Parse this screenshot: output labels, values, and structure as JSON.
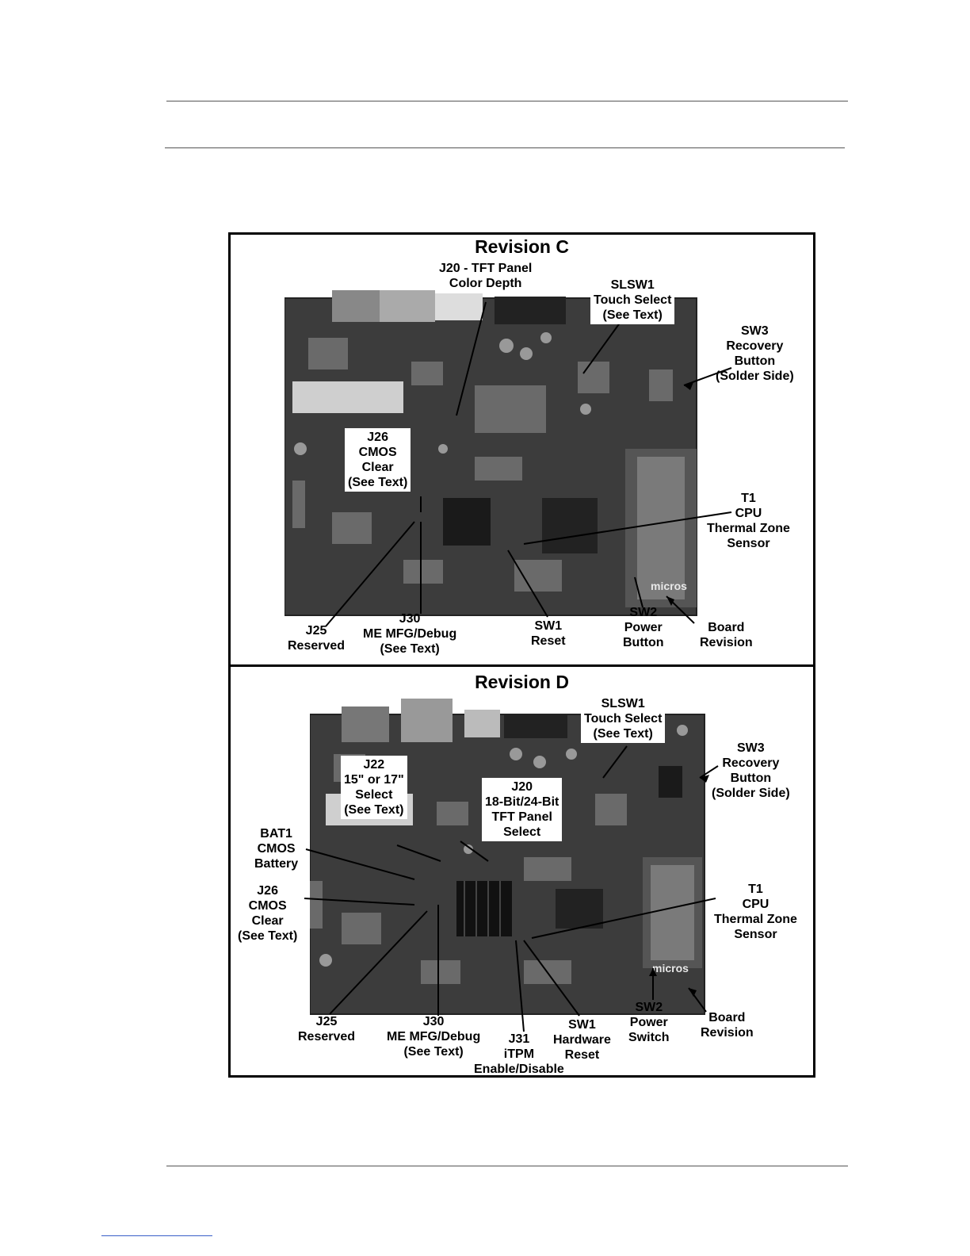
{
  "figure": {
    "revision_c": {
      "title": "Revision C",
      "labels": {
        "j20": [
          "J20 - TFT Panel",
          "Color Depth"
        ],
        "slsw1": [
          "SLSW1",
          "Touch Select",
          "(See Text)"
        ],
        "sw3": [
          "SW3",
          "Recovery",
          "Button",
          "(Solder Side)"
        ],
        "j26": [
          "J26",
          "CMOS",
          "Clear",
          "(See Text)"
        ],
        "t1": [
          "T1",
          "CPU",
          "Thermal Zone",
          "Sensor"
        ],
        "j25": [
          "J25",
          "Reserved"
        ],
        "j30": [
          "J30",
          "ME MFG/Debug",
          "(See Text)"
        ],
        "sw1": [
          "SW1",
          "Reset"
        ],
        "sw2": [
          "SW2",
          "Power",
          "Button"
        ],
        "board_rev": [
          "Board",
          "Revision"
        ]
      }
    },
    "revision_d": {
      "title": "Revision D",
      "labels": {
        "slsw1": [
          "SLSW1",
          "Touch Select",
          "(See Text)"
        ],
        "sw3": [
          "SW3",
          "Recovery",
          "Button",
          "(Solder Side)"
        ],
        "j22": [
          "J22",
          "15\" or 17\"",
          "Select",
          "(See Text)"
        ],
        "j20": [
          "J20",
          "18-Bit/24-Bit",
          "TFT Panel",
          "Select"
        ],
        "bat1": [
          "BAT1",
          "CMOS",
          "Battery"
        ],
        "j26": [
          "J26",
          "CMOS",
          "Clear",
          "(See Text)"
        ],
        "t1": [
          "T1",
          "CPU",
          "Thermal Zone",
          "Sensor"
        ],
        "j25": [
          "J25",
          "Reserved"
        ],
        "j30": [
          "J30",
          "ME MFG/Debug",
          "(See Text)"
        ],
        "j31": [
          "J31",
          "iTPM",
          "Enable/Disable"
        ],
        "sw1": [
          "SW1",
          "Hardware",
          "Reset"
        ],
        "sw2": [
          "SW2",
          "Power",
          "Switch"
        ],
        "board_rev": [
          "Board",
          "Revision"
        ]
      }
    },
    "board_silkscreen": "micros"
  }
}
